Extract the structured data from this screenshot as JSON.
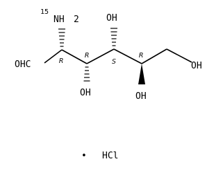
{
  "molecule": {
    "atoms": {
      "aldehyde": "OHC",
      "isotope": "15",
      "amine": "NH",
      "amine_h_count": "2",
      "hydroxyl_c3": "OH",
      "hydroxyl_c4": "OH",
      "hydroxyl_c5": "OH",
      "hydroxyl_c6": "OH"
    },
    "stereo": {
      "c2": "R",
      "c3": "R",
      "c4": "S",
      "c5": "R"
    },
    "salt": {
      "bullet": "•",
      "counterion": "HCl"
    }
  }
}
